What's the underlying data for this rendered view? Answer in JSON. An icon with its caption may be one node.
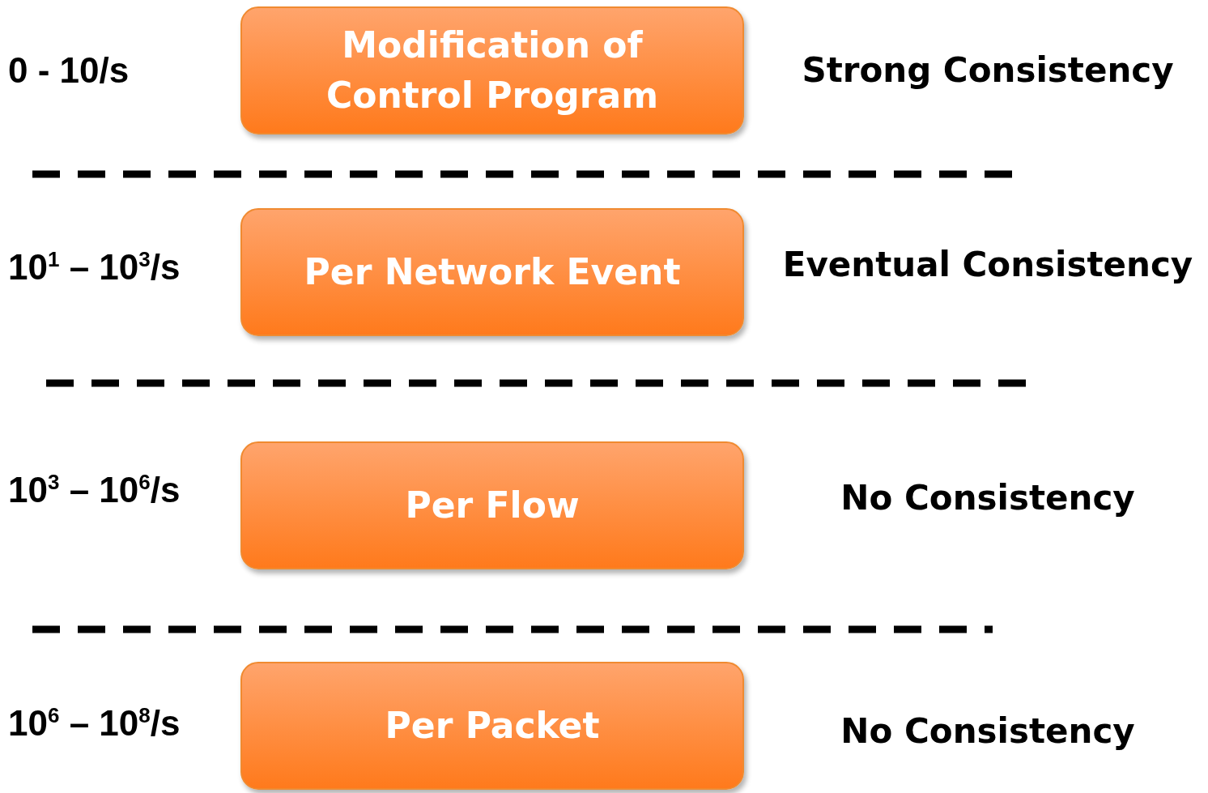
{
  "diagram": {
    "nodes": [
      {
        "text": [
          "Modification of Control Program"
        ]
      },
      {
        "text": [
          "Per Network Event"
        ]
      },
      {
        "text": [
          "Per Flow"
        ]
      },
      {
        "text": [
          "Per Packet"
        ]
      }
    ],
    "labels": [
      "0 - 10/s",
      "Strong Consistency",
      "10$^{1}$ – 10$^{3}$/s",
      "Eventual Consistency",
      "10$^{3}$ – 10$^{6}$/s",
      "No Consistency",
      "10$^{6}$ – 10$^{8}$/s",
      "No Consistency"
    ]
  }
}
